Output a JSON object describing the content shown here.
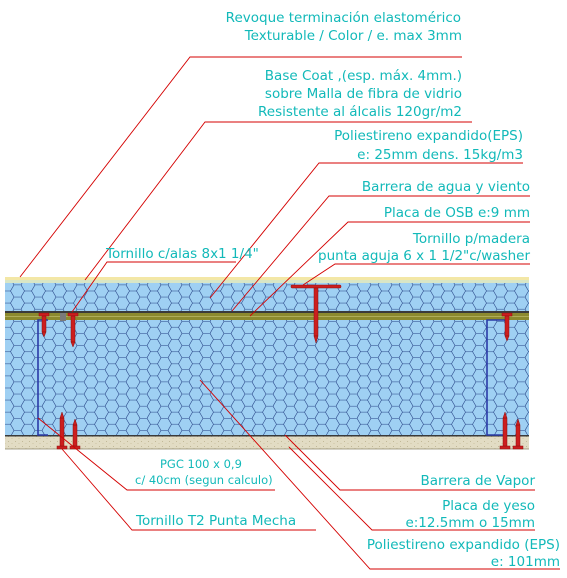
{
  "labels": {
    "revoque_1": "Revoque terminación elastomérico",
    "revoque_2": "Texturable / Color / e. max 3mm",
    "basecoat_1": "Base Coat ,(esp. máx. 4mm.)",
    "basecoat_2": "sobre Malla de fibra de vidrio",
    "basecoat_3": "Resistente al álcalis 120gr/m2",
    "eps_ext_1": "Poliestireno expandido(EPS)",
    "eps_ext_2": "e: 25mm dens. 15kg/m3",
    "barrera_agua": "Barrera de agua y viento",
    "osb": "Placa de OSB e:9 mm",
    "tornillo_madera_1": "Tornillo p/madera",
    "tornillo_madera_2": "punta aguja 6 x 1 1/2\"c/washer",
    "tornillo_alas": "Tornillo c/alas 8x1 1/4\"",
    "pgc_1": "PGC 100 x 0,9",
    "pgc_2": "c/ 40cm (segun calculo)",
    "tornillo_t2": "Tornillo T2 Punta Mecha",
    "barrera_vapor": "Barrera de Vapor",
    "yeso_1": "Placa de yeso",
    "yeso_2": "e:12.5mm o 15mm",
    "eps_int_1": "Poliestireno expandido (EPS)",
    "eps_int_2": "e: 101mm"
  },
  "colors": {
    "label_text": "#12b9b9",
    "leader_line": "#d40000",
    "eps_fill": "#9fd0f3",
    "eps_hex_stroke": "#1f3c80",
    "osb": "#8c8a2e",
    "barrier": "#3a3a3a",
    "gypsum": "#e2dcc4",
    "finish": "#f3e7a6",
    "screw": "#cc1e1e",
    "stud": "#2a3ba8"
  },
  "icons": {
    "screw": "screw-icon",
    "stud": "steel-stud-icon"
  }
}
